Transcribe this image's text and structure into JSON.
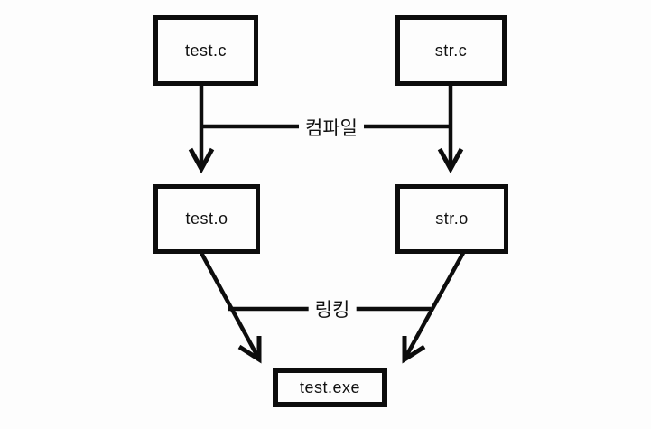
{
  "diagram": {
    "title": "C build process diagram",
    "background_color": "#fdfdfd",
    "stroke_color": "#0d0d0d",
    "nodes": [
      {
        "id": "test-c",
        "label": "test.c",
        "row": "source"
      },
      {
        "id": "str-c",
        "label": "str.c",
        "row": "source"
      },
      {
        "id": "test-o",
        "label": "test.o",
        "row": "object"
      },
      {
        "id": "str-o",
        "label": "str.o",
        "row": "object"
      },
      {
        "id": "test-exe",
        "label": "test.exe",
        "row": "executable"
      }
    ],
    "edge_labels": [
      {
        "id": "compile",
        "label": "컴파일"
      },
      {
        "id": "linking",
        "label": "링킹"
      }
    ],
    "edges": [
      {
        "from": "test.c",
        "to": "test.o",
        "label": "컴파일"
      },
      {
        "from": "str.c",
        "to": "str.o",
        "label": "컴파일"
      },
      {
        "from": "test.o",
        "to": "test.exe",
        "label": "링킹"
      },
      {
        "from": "str.o",
        "to": "test.exe",
        "label": "링킹"
      }
    ]
  }
}
